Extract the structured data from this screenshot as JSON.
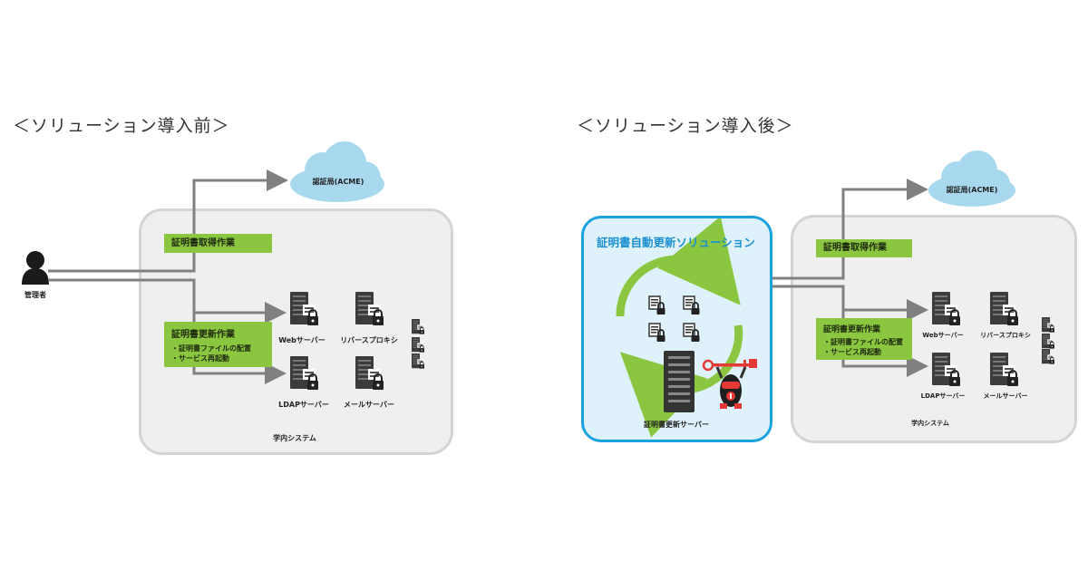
{
  "before": {
    "heading": "＜ソリューション導入前＞",
    "ca_label": "認証局(ACME)",
    "admin_label": "管理者",
    "acquire_task": "証明書取得作業",
    "renew_task": "証明書更新作業",
    "renew_bullets": [
      "・証明書ファイルの配置",
      "・サービス再起動"
    ],
    "servers": [
      "Webサーバー",
      "リバースプロキシ",
      "LDAPサーバー",
      "メールサーバー"
    ],
    "system_label": "学内システム"
  },
  "after": {
    "heading": "＜ソリューション導入後＞",
    "solution_title": "証明書自動更新ソリューション",
    "renewal_server_label": "証明書更新サーバー",
    "ca_label": "認証局(ACME)",
    "acquire_task": "証明書取得作業",
    "renew_task": "証明書更新作業",
    "renew_bullets": [
      "・証明書ファイルの配置",
      "・サービス再起動"
    ],
    "servers": [
      "Webサーバー",
      "リバースプロキシ",
      "LDAPサーバー",
      "メールサーバー"
    ],
    "system_label": "学内システム"
  },
  "colors": {
    "green": "#8ac63f",
    "blue_border": "#1aa3e0",
    "cloud": "#a8d8ee",
    "arrow": "#808080",
    "system_bg": "#efefef"
  },
  "icons": [
    "admin-person-icon",
    "cloud-icon",
    "server-lock-icon",
    "cycle-arrows-icon",
    "robot-key-icon"
  ]
}
